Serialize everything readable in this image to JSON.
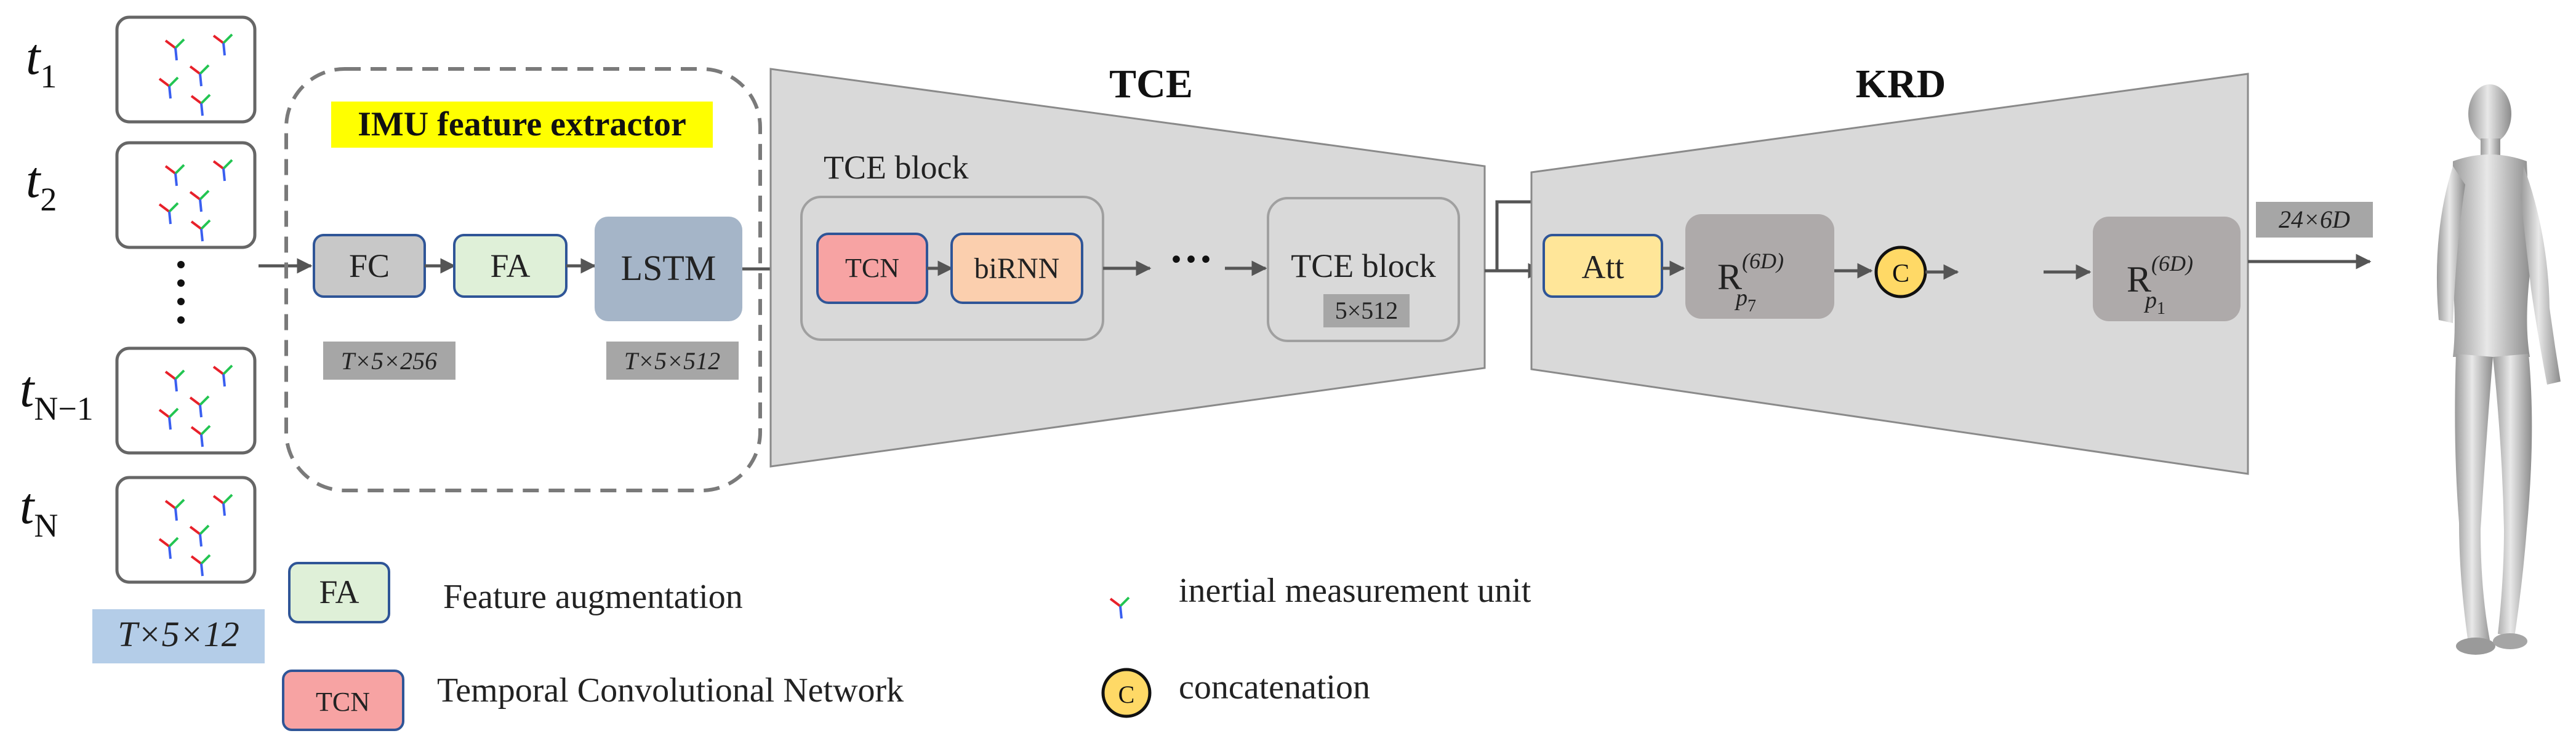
{
  "time_steps": [
    {
      "main": "t",
      "sub": "1"
    },
    {
      "main": "t",
      "sub": "2"
    },
    {
      "main": "t",
      "sub": "N−1"
    },
    {
      "main": "t",
      "sub": "N"
    }
  ],
  "input_shape": "T×5×12",
  "imu_extractor": {
    "title": "IMU feature extractor",
    "fc": "FC",
    "fa": "FA",
    "lstm": "LSTM",
    "fc_shape": "T×5×256",
    "lstm_shape": "T×5×512"
  },
  "tce": {
    "title": "TCE",
    "block_title": "TCE block",
    "tcn": "TCN",
    "birnn": "biRNN",
    "ellipsis": "···",
    "block2_title": "TCE block",
    "block2_shape": "5×512"
  },
  "krd": {
    "title": "KRD",
    "att": "Att",
    "r_main": "R",
    "r7_sup": "(6D)",
    "r7_sub": "p",
    "r7_subsub": "7",
    "concat": "C",
    "r1_sup": "(6D)",
    "r1_sub": "p",
    "r1_subsub": "1",
    "output_shape": "24×6D"
  },
  "legend": {
    "fa_box": "FA",
    "fa_text": "Feature augmentation",
    "tcn_box": "TCN",
    "tcn_text": "Temporal Convolutional Network",
    "imu_text": "inertial measurement unit",
    "concat_box": "C",
    "concat_text": "concatenation"
  },
  "colors": {
    "fc_fill": "#c8c8c8",
    "fa_fill": "#dff0d8",
    "lstm_fill": "#a5b5c8",
    "tcn_fill": "#f7a3a3",
    "birnn_fill": "#fbcfae",
    "att_fill": "#ffe699",
    "r_fill": "#aeaaaa",
    "concat_fill": "#ffd966",
    "trapezoid_fill": "#d9d9d9",
    "highlight_yellow": "#ffff00",
    "input_shape_bg": "#b4cde8",
    "dim_bg": "#a6a6a6",
    "box_border": "#2f5597",
    "imu_red": "#e8202a",
    "imu_green": "#23c552",
    "imu_blue": "#3a5ff0"
  }
}
